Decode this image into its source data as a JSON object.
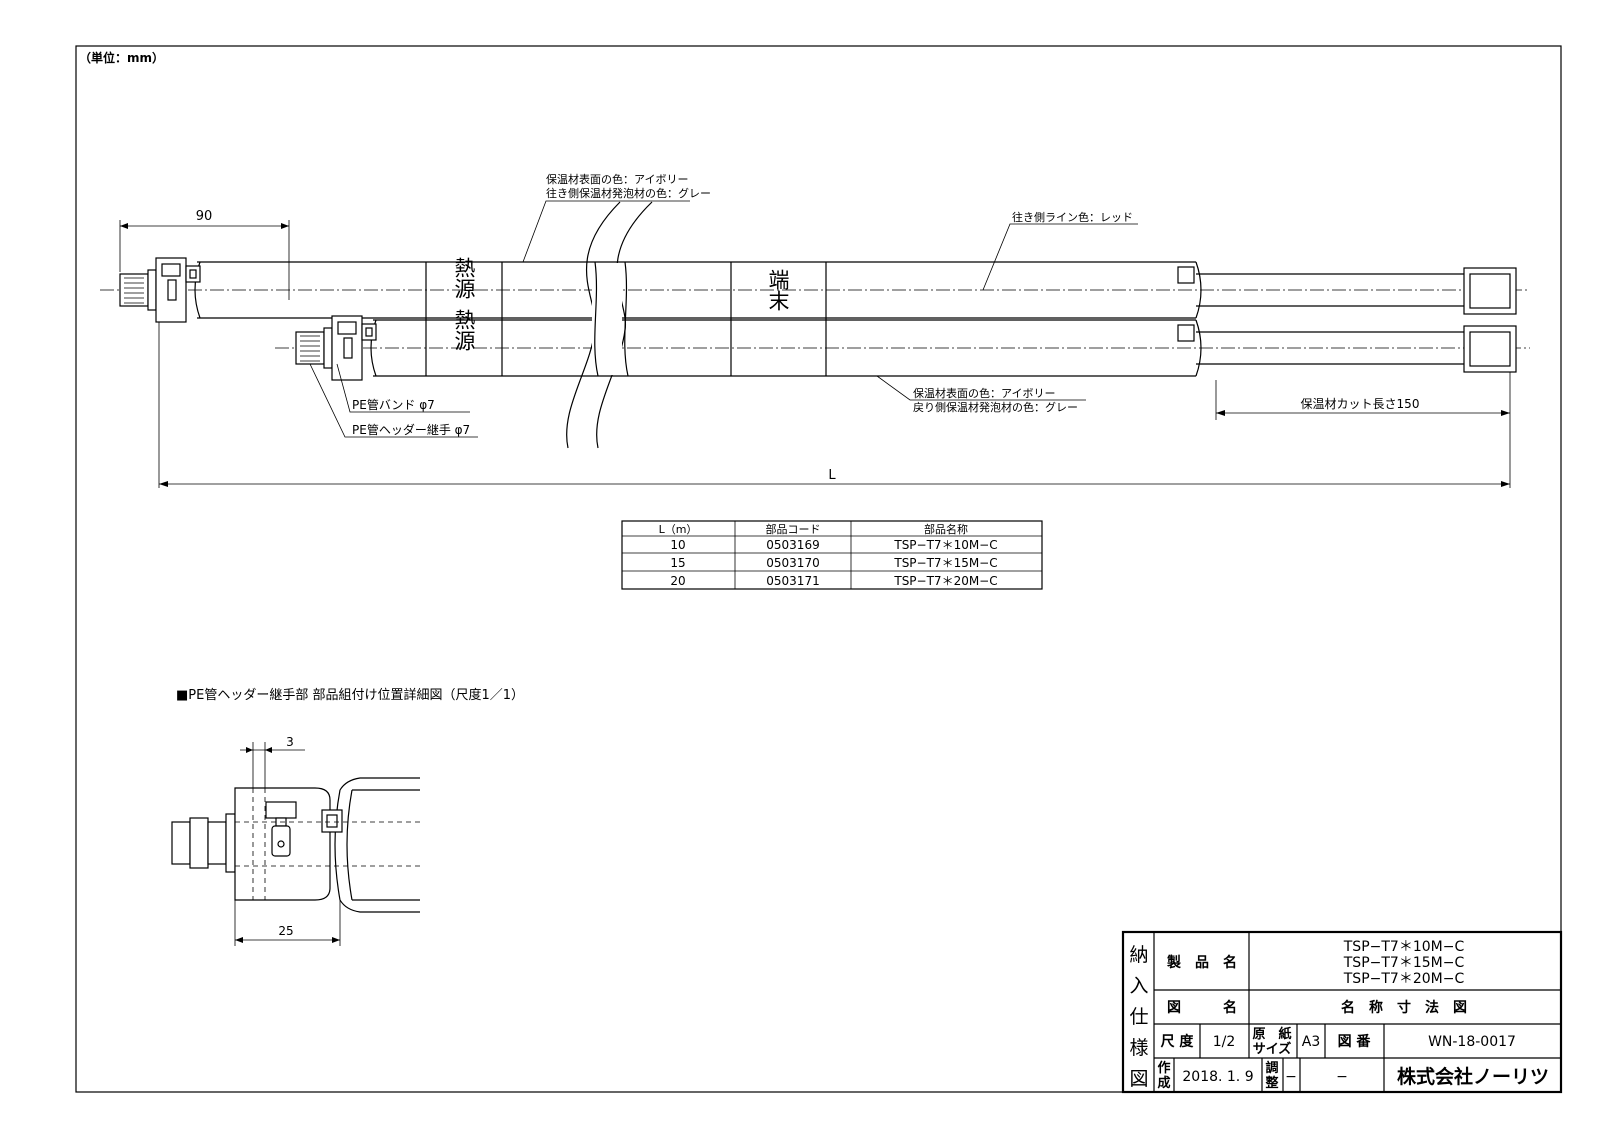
{
  "unit_note": "（単位：mm）",
  "dimensions": {
    "d90": "90",
    "L": "L",
    "cut_length": "保温材カット長さ150",
    "d3": "3",
    "d25": "25"
  },
  "labels": {
    "heat_source": "熱源",
    "terminal": "端末",
    "supply_note_1": "保温材表面の色：アイボリー",
    "supply_note_2": "往き側保温材発泡材の色：グレー",
    "return_note_1": "保温材表面の色：アイボリー",
    "return_note_2": "戻り側保温材発泡材の色：グレー",
    "line_color": "往き側ライン色：レッド",
    "pe_band": "PE管バンド φ7",
    "pe_joint": "PE管ヘッダー継手 φ7"
  },
  "parts_table": {
    "headers": [
      "L（m）",
      "部品コード",
      "部品名称"
    ],
    "rows": [
      [
        "10",
        "0503169",
        "TSP−T7＊10M−C"
      ],
      [
        "15",
        "0503170",
        "TSP−T7＊15M−C"
      ],
      [
        "20",
        "0503171",
        "TSP−T7＊20M−C"
      ]
    ]
  },
  "detail_title": "■PE管ヘッダー継手部 部品組付け位置詳細図（尺度1／1）",
  "title_block": {
    "side_label": [
      "納",
      "入",
      "仕",
      "様",
      "図"
    ],
    "product_label": "製　品　名",
    "product_names": [
      "TSP−T7＊10M−C",
      "TSP−T7＊15M−C",
      "TSP−T7＊20M−C"
    ],
    "drawing_label": "図　　　名",
    "drawing_name": "名　称　寸　法　図",
    "scale_label": "尺 度",
    "scale_value": "1/2",
    "paper_label_1": "原　紙",
    "paper_label_2": "サイズ",
    "paper_value": "A3",
    "number_label": "図 番",
    "number_value": "WN-18-0017",
    "made_label_1": "作",
    "made_label_2": "成",
    "made_value": "2018. 1. 9",
    "adjust_label_1": "調",
    "adjust_label_2": "整",
    "adjust_value": "−",
    "adjust_extra": "−",
    "company": "株式会社ノーリツ"
  }
}
